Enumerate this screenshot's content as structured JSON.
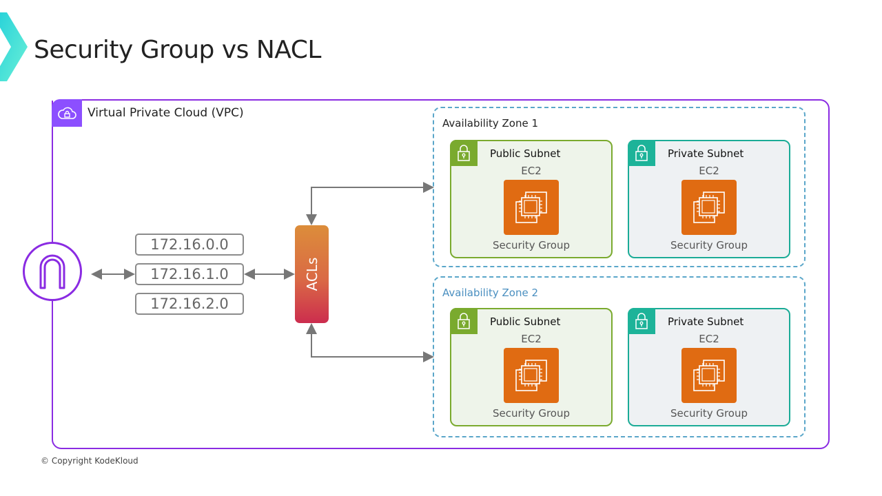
{
  "slide": {
    "title": "Security Group vs NACL",
    "copyright": "© Copyright KodeKloud"
  },
  "vpc": {
    "label": "Virtual Private Cloud (VPC)",
    "icon": "cloud-lock-icon"
  },
  "internet_gateway": {
    "icon": "internet-gateway-icon"
  },
  "cidr_blocks": [
    "172.16.0.0",
    "172.16.1.0",
    "172.16.2.0"
  ],
  "acl": {
    "label": "ACLs"
  },
  "availability_zones": [
    {
      "label": "Availability Zone 1",
      "label_color": "#222222",
      "subnets": [
        {
          "type": "public",
          "name": "Public Subnet",
          "instance": "EC2",
          "security": "Security Group"
        },
        {
          "type": "private",
          "name": "Private Subnet",
          "instance": "EC2",
          "security": "Security Group"
        }
      ]
    },
    {
      "label": "Availability Zone 2",
      "label_color": "#4a8fc0",
      "subnets": [
        {
          "type": "public",
          "name": "Public Subnet",
          "instance": "EC2",
          "security": "Security Group"
        },
        {
          "type": "private",
          "name": "Private Subnet",
          "instance": "EC2",
          "security": "Security Group"
        }
      ]
    }
  ],
  "colors": {
    "vpc_border": "#8a2be2",
    "public_subnet": "#7aaa2e",
    "private_subnet": "#1db399",
    "ec2": "#e06b12",
    "az_border": "#5aa6c9",
    "connector": "#777777"
  }
}
